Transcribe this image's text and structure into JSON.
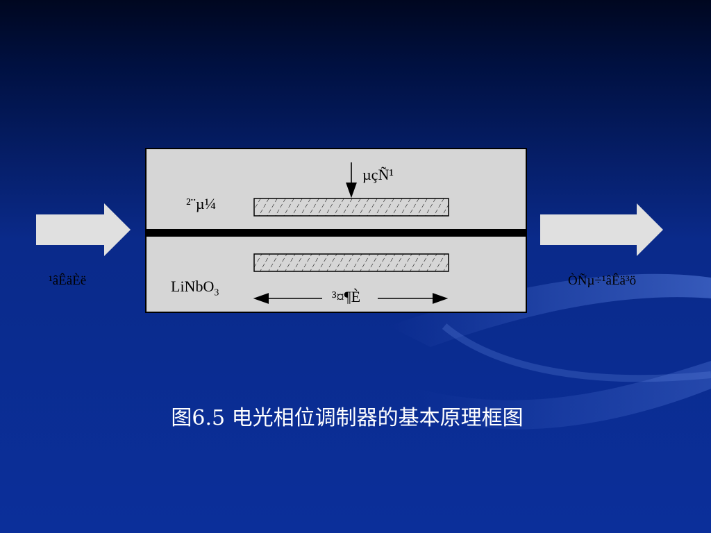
{
  "diagram": {
    "input_label": "¹âÊäÈë",
    "output_label": "ÒÑµ÷¹âÊä³ö",
    "electrode_label": "µçÑ¹",
    "waveguide_label": "²¨µ¼",
    "crystal_label": "LiNbO",
    "crystal_subscript": "3",
    "length_label": "³¤¶È"
  },
  "caption": {
    "text": "图6.5 电光相位调制器的基本原理框图"
  },
  "colors": {
    "background_top": "#000720",
    "background_bottom": "#0b2f9a",
    "box_fill": "#d6d6d6",
    "arrow_fill": "#e0e0e0",
    "waveguide": "#000000",
    "caption_text": "#ffffff"
  }
}
